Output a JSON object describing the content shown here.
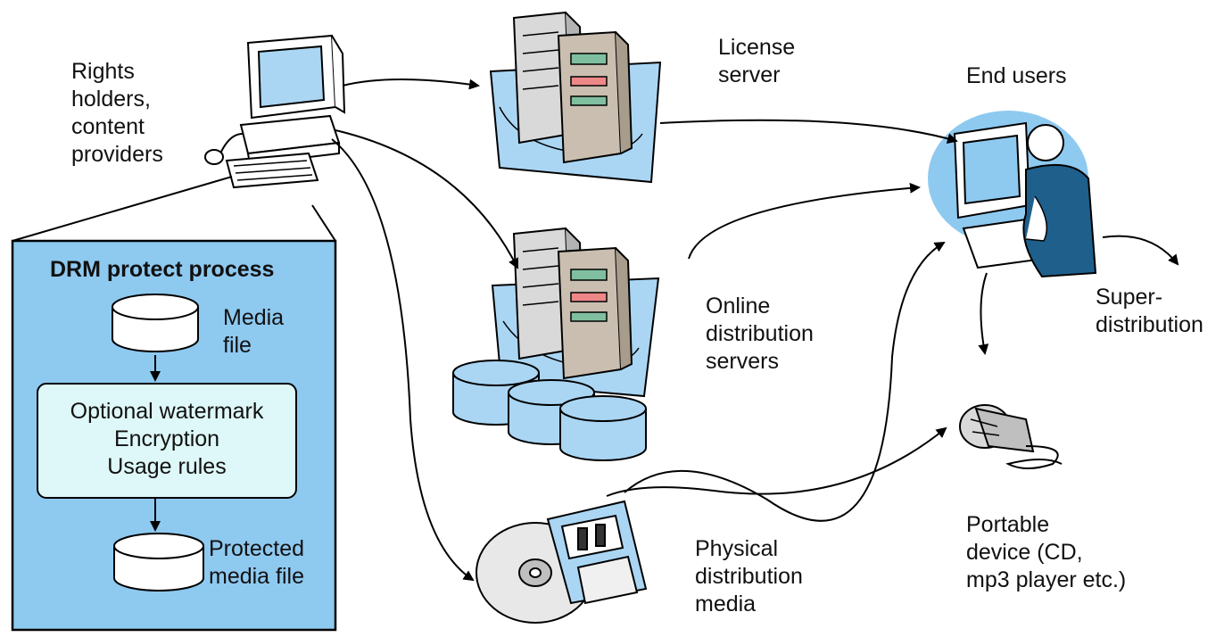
{
  "labels": {
    "rights_holders": "Rights\nholders,\ncontent\nproviders",
    "license_server": "License\nserver",
    "end_users": "End users",
    "online_distribution": "Online\ndistribution\nservers",
    "super_distribution": "Super-\ndistribution",
    "physical_distribution": "Physical\ndistribution\nmedia",
    "portable_device": "Portable\ndevice (CD,\nmp3 player etc.)"
  },
  "drm_box": {
    "title": "DRM protect process",
    "media_file": "Media\nfile",
    "process_steps": "Optional watermark\nEncryption\nUsage rules",
    "protected_file": "Protected\nmedia file"
  },
  "colors": {
    "drm_box_fill": "#8ec9f0",
    "process_fill": "#def7f8",
    "platform_fill": "#aad6f4",
    "disk_fill": "#aad6f4",
    "stroke": "#000000"
  }
}
